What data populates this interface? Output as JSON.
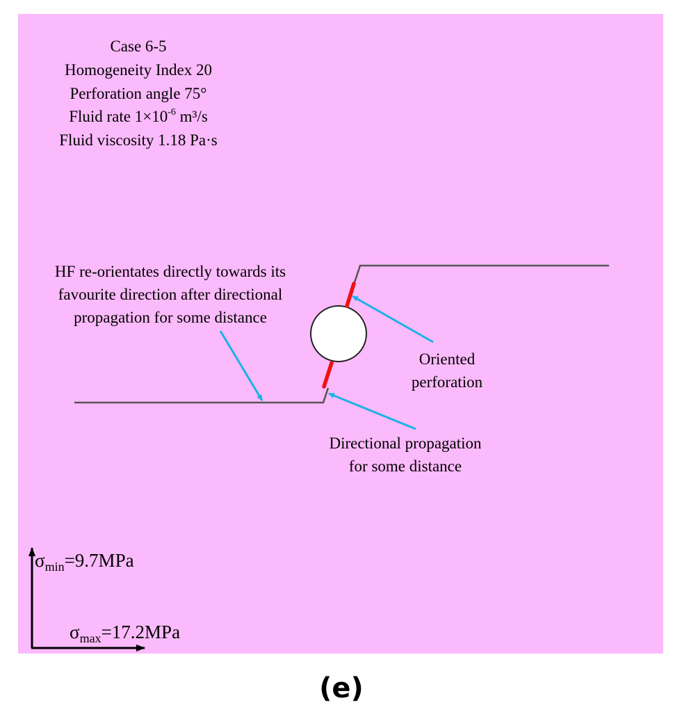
{
  "case_info": {
    "lines": [
      "Case 6-5",
      "Homogeneity Index 20",
      "Perforation angle 75°",
      "Fluid viscosity 1.18 Pa·s"
    ],
    "fluid_rate": {
      "prefix": "Fluid rate 1×10",
      "exponent": "-6",
      "unit": " m³/s"
    }
  },
  "annotations": {
    "reorient": [
      "HF re-orientates directly towards its",
      "favourite direction after directional",
      "propagation for some distance"
    ],
    "oriented_perforation": [
      "Oriented",
      "perforation"
    ],
    "directional_propagation": [
      "Directional propagation",
      "for some distance"
    ]
  },
  "stress": {
    "min": {
      "symbol": "σ",
      "sub": "min",
      "value": "=9.7MPa"
    },
    "max": {
      "symbol": "σ",
      "sub": "max",
      "value": "=17.2MPa"
    }
  },
  "panel_label": "(e)",
  "colors": {
    "background": "#fbbafb",
    "fracture": "#555555",
    "perforation": "#ee1111",
    "arrow": "#1ab2e8",
    "axis": "#000000",
    "wellbore_fill": "#ffffff"
  }
}
